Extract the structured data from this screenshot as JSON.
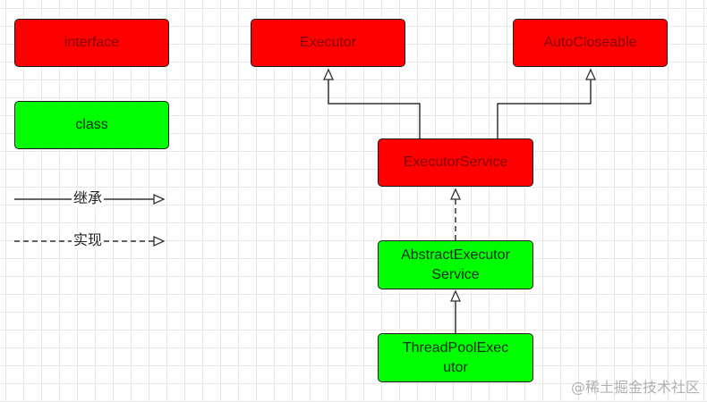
{
  "legend": {
    "interface_label": "interface",
    "class_label": "class",
    "inherit_label": "继承",
    "implement_label": "实现"
  },
  "nodes": {
    "executor": "Executor",
    "auto_closeable": "AutoCloseable",
    "executor_service": "ExecutorService",
    "abstract_executor_service": "AbstractExecutor Service",
    "thread_pool_executor": "ThreadPoolExec utor"
  },
  "watermark": "@稀土掘金技术社区",
  "colors": {
    "interface_fill": "#ff0000",
    "class_fill": "#00ff00",
    "line": "#333333"
  }
}
